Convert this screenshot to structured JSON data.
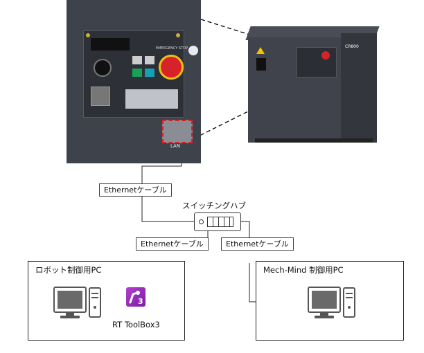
{
  "labels": {
    "cable_top": "Ethernetケーブル",
    "switch_title": "スイッチングハブ",
    "cable_left": "Ethernetケーブル",
    "cable_right": "Ethernetケーブル"
  },
  "robot_pc": {
    "title": "ロボット制御用PC",
    "software_label": "RT ToolBox3"
  },
  "mech_pc": {
    "title": "Mech-Mind 制御用PC"
  },
  "panel": {
    "port_label": "LAN",
    "emergency_label": "EMERGENCY STOP",
    "brand": "CR800"
  }
}
